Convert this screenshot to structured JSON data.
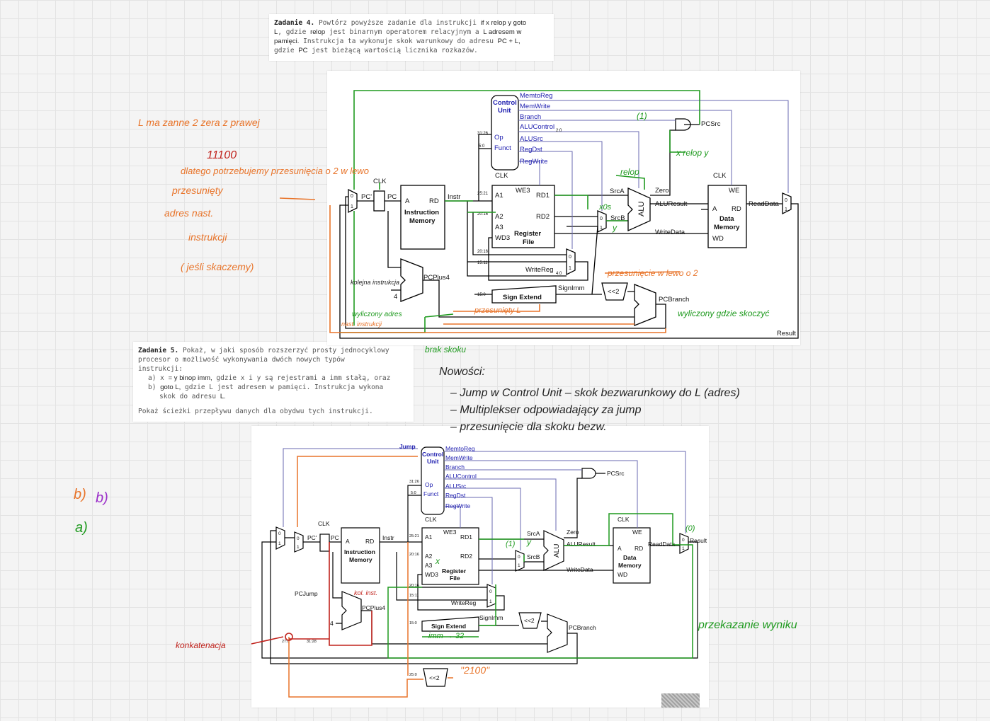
{
  "task4": {
    "title": "Zadanie 4.",
    "line1a": "Powtórz powyższe zadanie dla instrukcji",
    "line1b": "if x relop y goto",
    "line2a": "L",
    "line2b": ", gdzie",
    "line2c": "relop",
    "line2d": "jest binarnym operatorem relacyjnym a",
    "line2e": "L adresem w",
    "line3a": "pamięci.",
    "line3b": "Instrukcja ta wykonuje skok warunkowy do adresu",
    "line3c": "PC + L,",
    "line4a": "gdzie",
    "line4b": "PC",
    "line4c": "jest bieżącą wartością licznika rozkazów."
  },
  "task5": {
    "title": "Zadanie 5.",
    "line1": "Pokaż, w jaki sposób rozszerzyć prosty jednocyklowy",
    "line2": "procesor o możliwość wykonywania dwóch nowych typów",
    "line3": "instrukcji:",
    "a_pre": "a) x",
    "a_mid": "= y binop imm,",
    "a_post": "gdzie x i y są rejestrami a imm stałą, oraz",
    "b_pre": "b)",
    "b_mid": "goto L,",
    "b_post": "gdzie L jest adresem w pamięci. Instrukcja wykona",
    "b_line2a": "skok do adresu",
    "b_line2b": "L.",
    "footer": "Pokaż ścieżki przepływu danych dla obydwu tych instrukcji."
  },
  "diagram_top": {
    "control": [
      "Control",
      "Unit"
    ],
    "op": "Op",
    "funct": "Funct",
    "signals": [
      "MemtoReg",
      "MemWrite",
      "Branch",
      "ALUControl",
      "ALUSrc",
      "RegDst",
      "RegWrite"
    ],
    "alucontrol_bits": "2:0",
    "pcsrc": "PCSrc",
    "clk": "CLK",
    "pc_prime": "PC'",
    "pc": "PC",
    "a": "A",
    "rd": "RD",
    "instr_mem": [
      "Instruction",
      "Memory"
    ],
    "instr": "Instr",
    "a1": "A1",
    "a2": "A2",
    "a3": "A3",
    "wd3": "WD3",
    "we3": "WE3",
    "rd1": "RD1",
    "rd2": "RD2",
    "reg_file": [
      "Register",
      "File"
    ],
    "srca": "SrcA",
    "srcb": "SrcB",
    "alu": "ALU",
    "zero": "Zero",
    "aluresult": "ALUResult",
    "writedata": "WriteData",
    "we": "WE",
    "data_mem": [
      "Data",
      "Memory"
    ],
    "wd": "WD",
    "readdata": "ReadData",
    "writereg": "WriteReg",
    "writereg_bits": "4:0",
    "signext": "Sign Extend",
    "signimm": "SignImm",
    "shift": "<<2",
    "pcbranch": "PCBranch",
    "pcplus4": "PCPlus4",
    "four": "4",
    "result": "Result",
    "bits": [
      "31:26",
      "5:0",
      "25:21",
      "20:16",
      "20:16",
      "15:11",
      "15:0"
    ],
    "mux0": "0",
    "mux1": "1"
  },
  "diagram_bottom": {
    "jump": "Jump",
    "pcjump": "PCJump",
    "bits_jump": [
      "27:0",
      "31:28"
    ],
    "bits": [
      "31:26",
      "5:0",
      "25:21",
      "20:16",
      "20:16",
      "15:11",
      "15:0",
      "25:0"
    ]
  },
  "notes_top": {
    "l_na": "L ma zanne 2 zera z prawej",
    "binary": "11100",
    "dlatego": "dlatego potrzebujemy przesunięcia o 2 w lewo",
    "przesuniety": "przesunięty",
    "adres": "adres nast.",
    "instrukcji": "instrukcji",
    "jesli": "( jeśli skaczemy)",
    "g1": "(1)",
    "xrelopy": "x relop y",
    "relop": "relop",
    "x0s": "x0s",
    "y": "y",
    "przesuwanie": "przesunięcie w lewo o 2",
    "wyliczony_gdzie": "wyliczony gdzie skoczyć",
    "przesuniety_l": "przesunięty L",
    "kolejna": "kolejna instrukcja",
    "wyliczony_adres": "wyliczony adres",
    "nast_instr": "nast. instrukcji",
    "brak_skoku": "brak skoku"
  },
  "notes_mid": {
    "nowosci": "Nowości:",
    "n1": "– Jump w Control Unit – skok bezwarunkowy do L (adres)",
    "n2": "– Multiplekser odpowiadający za jump",
    "n3": "– przesunięcie dla skoku bezw."
  },
  "notes_bottom": {
    "b_orange": "b)",
    "b_purple": "b)",
    "a_green": "a)",
    "konkatenacja": "konkatenacja",
    "kol_inst": "kol. inst.",
    "g1": "(1)",
    "y": "y",
    "x": "x",
    "g0": "(0)",
    "imm32": "imm → 32",
    "przekazanie": "przekazanie wyniku",
    "zero100": "\"2100\""
  },
  "colors": {
    "green_ink": "#1f9a1f",
    "orange_ink": "#e8742a",
    "red_ink": "#c0221c",
    "blue_signal": "#2020b0",
    "purple_ink": "#9b2fc9"
  }
}
